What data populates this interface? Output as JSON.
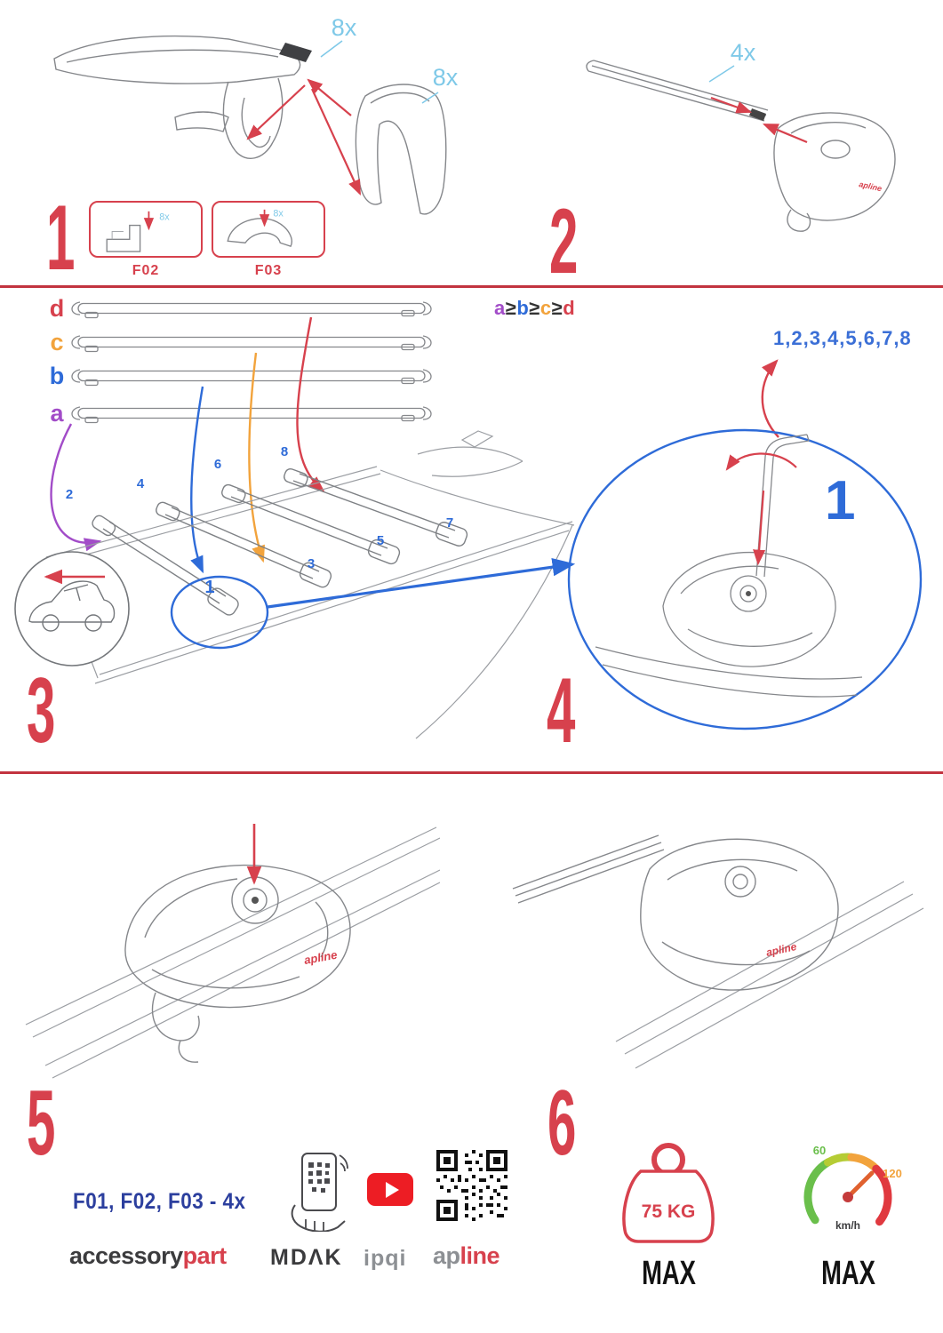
{
  "colors": {
    "red": "#d7414d",
    "cyan": "#7fc9e8",
    "blue": "#2e6bd8",
    "navy": "#2c3f9e",
    "purple": "#a24cc8",
    "orange": "#f2a33c",
    "green": "#6abf4b",
    "youtube_red": "#ed1d24",
    "ink": "#3b3b3d"
  },
  "steps": {
    "s1": {
      "number": "1",
      "qty_bar_caps": "8x",
      "qty_covers": "8x",
      "boxes": [
        {
          "code": "F02",
          "qty": "8x"
        },
        {
          "code": "F03",
          "qty": "8x"
        }
      ]
    },
    "s2": {
      "number": "2",
      "qty": "4x"
    },
    "s3": {
      "number": "3",
      "bar_labels": [
        "d",
        "c",
        "b",
        "a"
      ],
      "order_formula": [
        "a",
        "≥",
        "b",
        "≥",
        "c",
        "≥",
        "d"
      ],
      "positions": [
        "1",
        "2",
        "3",
        "4",
        "5",
        "6",
        "7",
        "8"
      ]
    },
    "s4": {
      "number": "4",
      "tighten_sequence": "1,2,3,4,5,6,7,8",
      "detail_ref": "1"
    },
    "s5": {
      "number": "5",
      "parts_note": "F01, F02, F03 - 4x"
    },
    "s6": {
      "number": "6",
      "max_load": {
        "value": "75 KG",
        "label": "MAX"
      },
      "max_speed": {
        "low_tick": "60",
        "high_tick": "120",
        "unit": "km/h",
        "label": "MAX"
      }
    }
  },
  "brands": {
    "accessory": "accessory",
    "part": "part",
    "mdak": "MDΛK",
    "ipqi": "ipqi",
    "ap": "ap",
    "line": "line",
    "apline_mark": "apline"
  }
}
